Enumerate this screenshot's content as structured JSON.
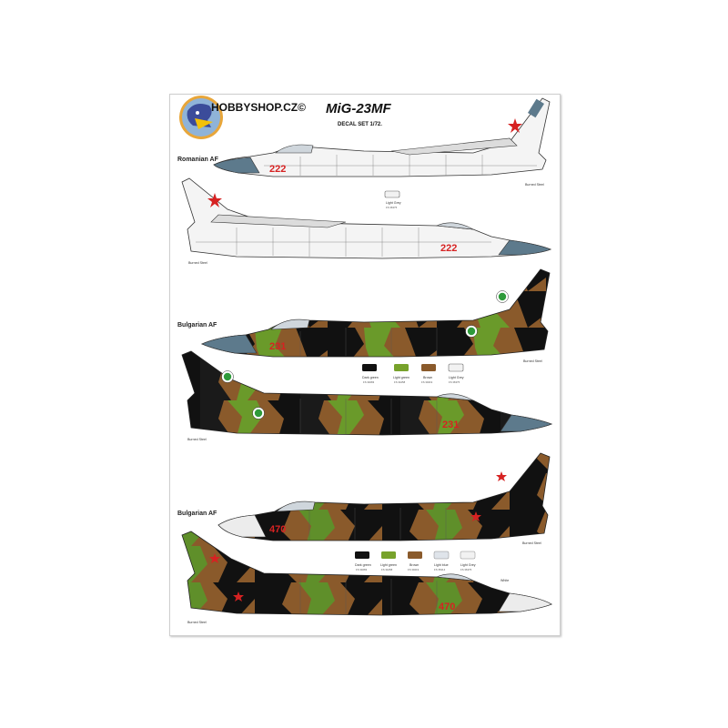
{
  "header": {
    "shop": "HOBBYSHOP.CZ©",
    "title": "MiG-23MF",
    "subtitle": "DECAL SET 1/72."
  },
  "sections": [
    {
      "label": "Romanian AF",
      "tail_number": "222",
      "note": "Burned Steel",
      "swatches": [
        {
          "name": "Light Grey",
          "code": "FS 36375",
          "color": "#f2f2f2"
        }
      ]
    },
    {
      "label": "Bulgarian AF",
      "tail_number": "231",
      "note": "Burned Steel",
      "swatches": [
        {
          "name": "Dark green",
          "code": "FS 34083",
          "color": "#111111"
        },
        {
          "name": "Light green",
          "code": "FS 34258",
          "color": "#77a22b"
        },
        {
          "name": "Brown",
          "code": "FS 30219",
          "color": "#8a5a2b"
        },
        {
          "name": "Light Grey",
          "code": "FS 36375",
          "color": "#f2f2f2"
        }
      ]
    },
    {
      "label": "Bulgarian AF",
      "tail_number": "470",
      "note": "Burned Steel",
      "nose_note": "White",
      "swatches": [
        {
          "name": "Dark green",
          "code": "FS 34083",
          "color": "#111111"
        },
        {
          "name": "Light green",
          "code": "FS 34258",
          "color": "#77a22b"
        },
        {
          "name": "Brown",
          "code": "FS 30219",
          "color": "#8a5a2b"
        },
        {
          "name": "Light blue",
          "code": "FS 35414",
          "color": "#dfe4ea"
        },
        {
          "name": "Light Grey",
          "code": "FS 36375",
          "color": "#f2f2f2"
        }
      ]
    }
  ],
  "colors": {
    "nose_blue": "#5d7a8c",
    "red_star": "#d62222",
    "panel": "#888888"
  }
}
